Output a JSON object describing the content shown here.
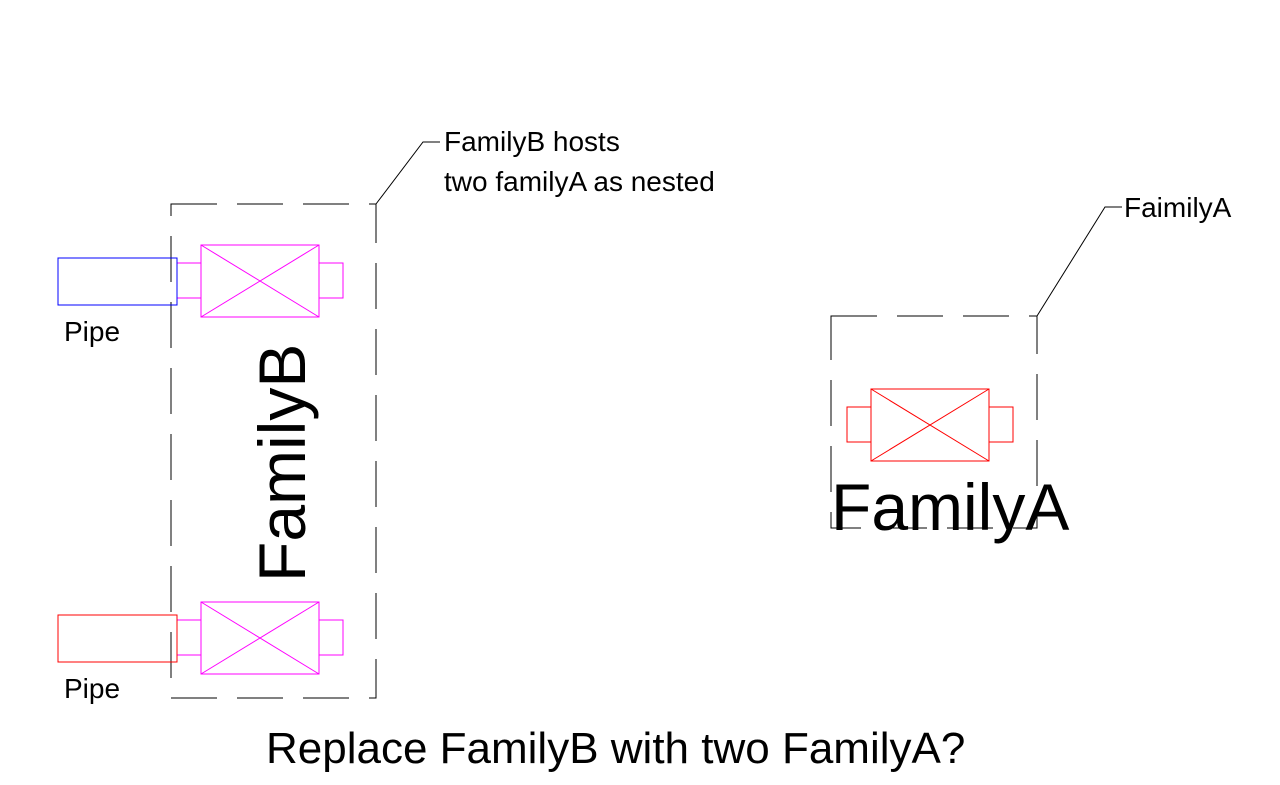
{
  "colors": {
    "background": "#ffffff",
    "outline": "#000000",
    "nested_family": "#ff00ff",
    "family_a": "#ff0000",
    "pipe_top": "#0000ff",
    "pipe_bottom": "#ff0000"
  },
  "annotations": {
    "family_b_note_line1": "FamilyB hosts",
    "family_b_note_line2": "two familyA as nested",
    "family_a_note": "FaimilyA"
  },
  "labels": {
    "family_b": "FamilyB",
    "family_a": "FamilyA",
    "pipe_top": "Pipe",
    "pipe_bottom": "Pipe"
  },
  "question": "Replace FamilyB with two FamilyA?"
}
